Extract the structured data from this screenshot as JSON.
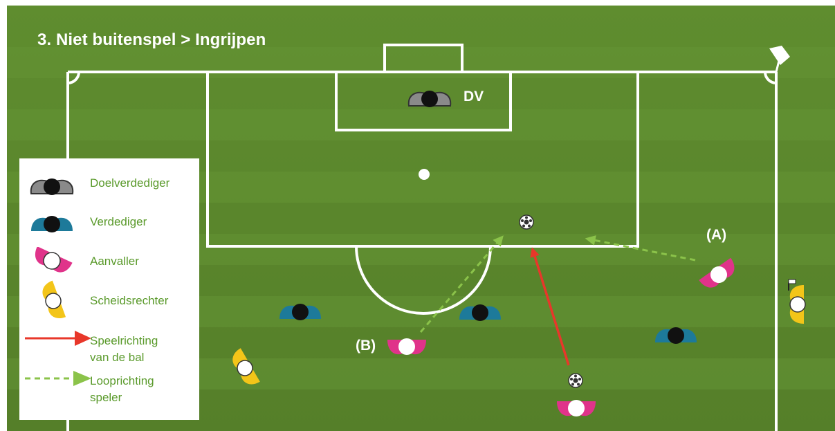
{
  "diagram": {
    "title": "3. Niet buitenspel > Ingrijpen",
    "labels": {
      "goalkeeper_tag": "DV",
      "attacker_a_tag": "(A)",
      "attacker_b_tag": "(B)"
    },
    "legend": {
      "goalkeeper": "Doelverdediger",
      "defender": "Verdediger",
      "attacker": "Aanvaller",
      "referee": "Scheidsrechter",
      "ball_direction_line1": "Speelrichting",
      "ball_direction_line2": "van de bal",
      "player_direction_line1": "Looprichting",
      "player_direction_line2": "speler"
    },
    "colors": {
      "pitch_dark": "#5e8a2e",
      "pitch_light": "#6b9a38",
      "lines": "#ffffff",
      "defender": "#1d7a9a",
      "attacker": "#e0338a",
      "referee": "#f3c519",
      "goalkeeper": "#8a8a8a",
      "ball_arrow": "#e8372a",
      "run_arrow": "#8bc34a"
    }
  }
}
